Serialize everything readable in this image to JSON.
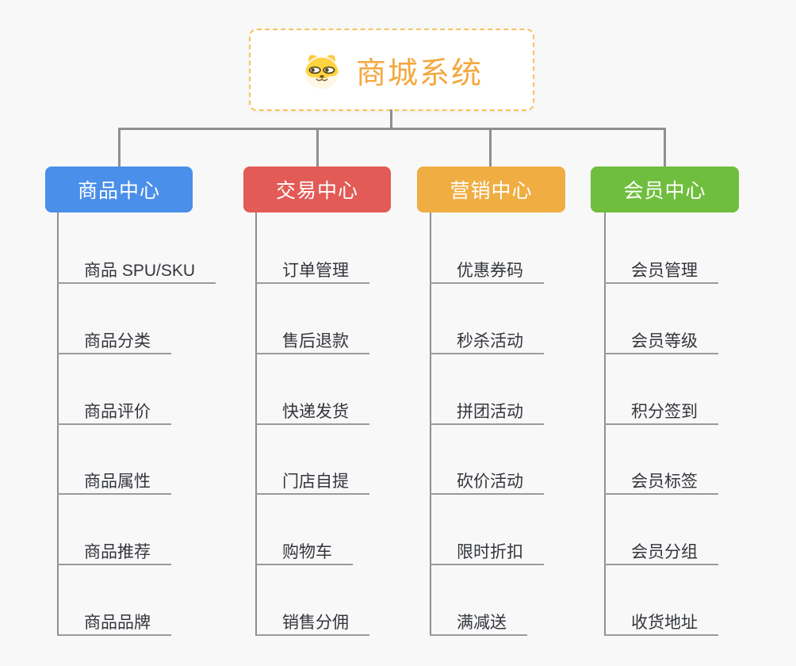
{
  "canvas": {
    "background": "#F8F8F8",
    "line_color": "#8F8F8F",
    "underline_color": "#9A9A9A",
    "leaf_text_color": "#33363C"
  },
  "root": {
    "title": "商城系统",
    "icon": "dog-face-icon",
    "border_color": "#F6C35C",
    "text_color": "#F3A83F",
    "background": "#FFFFFF"
  },
  "branches": [
    {
      "label": "商品中心",
      "color": "#4A8FE9",
      "children": [
        "商品 SPU/SKU",
        "商品分类",
        "商品评价",
        "商品属性",
        "商品推荐",
        "商品品牌"
      ]
    },
    {
      "label": "交易中心",
      "color": "#E25B56",
      "children": [
        "订单管理",
        "售后退款",
        "快递发货",
        "门店自提",
        "购物车",
        "销售分佣"
      ]
    },
    {
      "label": "营销中心",
      "color": "#EFAD42",
      "children": [
        "优惠券码",
        "秒杀活动",
        "拼团活动",
        "砍价活动",
        "限时折扣",
        "满减送"
      ]
    },
    {
      "label": "会员中心",
      "color": "#6FBE3E",
      "children": [
        "会员管理",
        "会员等级",
        "积分签到",
        "会员标签",
        "会员分组",
        "收货地址"
      ]
    }
  ]
}
